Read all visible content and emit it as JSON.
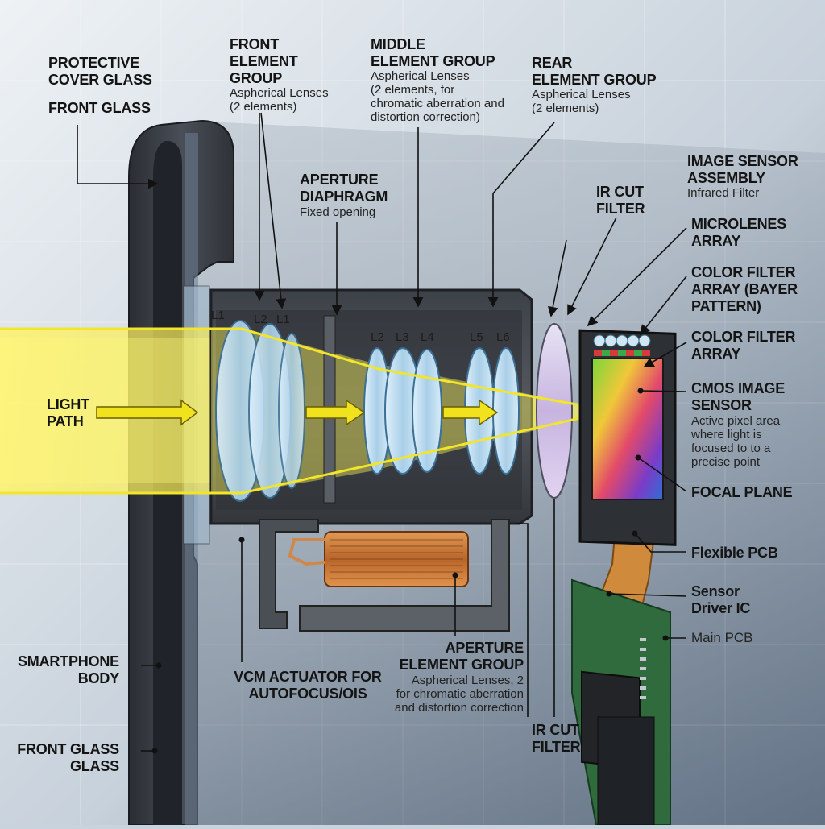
{
  "labels": {
    "protective_cover_glass": [
      "PROTECTIVE",
      "COVER GLASS"
    ],
    "front_glass": "FRONT GLASS",
    "front_element_group": {
      "title": [
        "FRONT",
        "ELEMENT",
        "GROUP"
      ],
      "sub": [
        "Aspherical Lenses",
        "(2 elements)"
      ]
    },
    "middle_element_group": {
      "title": [
        "MIDDLE",
        "ELEMENT GROUP"
      ],
      "sub": [
        "Aspherical Lenses",
        "(2 elements, for",
        "chromatic aberration and",
        "distortion correction)"
      ]
    },
    "rear_element_group": {
      "title": [
        "REAR",
        "ELEMENT GROUP"
      ],
      "sub": [
        "Aspherical Lenses",
        "(2 elements)"
      ]
    },
    "image_sensor_assembly": {
      "title": [
        "IMAGE SENSOR",
        "ASSEMBLY"
      ],
      "sub": [
        "Infrared Filter"
      ]
    },
    "aperture_diaphragm": {
      "title": [
        "APERTURE",
        "DIAPHRAGM"
      ],
      "sub": [
        "Fixed opening"
      ]
    },
    "ir_cut_filter_top": [
      "IR CUT",
      "FILTER"
    ],
    "microlenes_array": [
      "MICROLENES",
      "ARRAY"
    ],
    "color_filter_bayer": [
      "COLOR FILTER",
      "ARRAY (BAYER",
      "PATTERN)"
    ],
    "color_filter_array": [
      "COLOR FILTER",
      "ARRAY"
    ],
    "cmos_image_sensor": {
      "title": [
        "CMOS IMAGE",
        "SENSOR"
      ],
      "sub": [
        "Active pixel area",
        "where light is",
        "focused to to a",
        "precise point"
      ]
    },
    "focal_plane": "FOCAL PLANE",
    "flexible_pcb": "Flexible PCB",
    "sensor_driver_ic": [
      "Sensor",
      "Driver IC"
    ],
    "main_pcb": "Main PCB",
    "light_path": [
      "LIGHT",
      "PATH"
    ],
    "smartphone_body": [
      "SMARTPHONE",
      "BODY"
    ],
    "front_glass_glass": [
      "FRONT GLASS",
      "GLASS"
    ],
    "vcm_actuator": [
      "VCM ACTUATOR FOR",
      "AUTOFOCUS/OIS"
    ],
    "aperture_element_group": {
      "title": [
        "APERTURE",
        "ELEMENT GROUP"
      ],
      "sub": [
        "Aspherical Lenses, 2",
        "for chromatic aberration",
        "and distortion correction"
      ]
    },
    "ir_cut_filter_bottom": [
      "IR CUT",
      "FILTER"
    ]
  },
  "lens_tags": {
    "l1a": "L1",
    "l2a": "L2",
    "l1b": "L1",
    "l2": "L2",
    "l3": "L3",
    "l4": "L4",
    "l5": "L5",
    "l6": "L6"
  },
  "colors": {
    "background": "#c9d3dd",
    "light_beam": "#f3ea2a",
    "arrow": "#f1e21e",
    "phone_body": "#3a3e45",
    "lens_glass": "#b9d9ef",
    "coil_copper": "#c8743a",
    "pcb_green": "#2f6b3c",
    "flex_pcb": "#d08a3c"
  }
}
